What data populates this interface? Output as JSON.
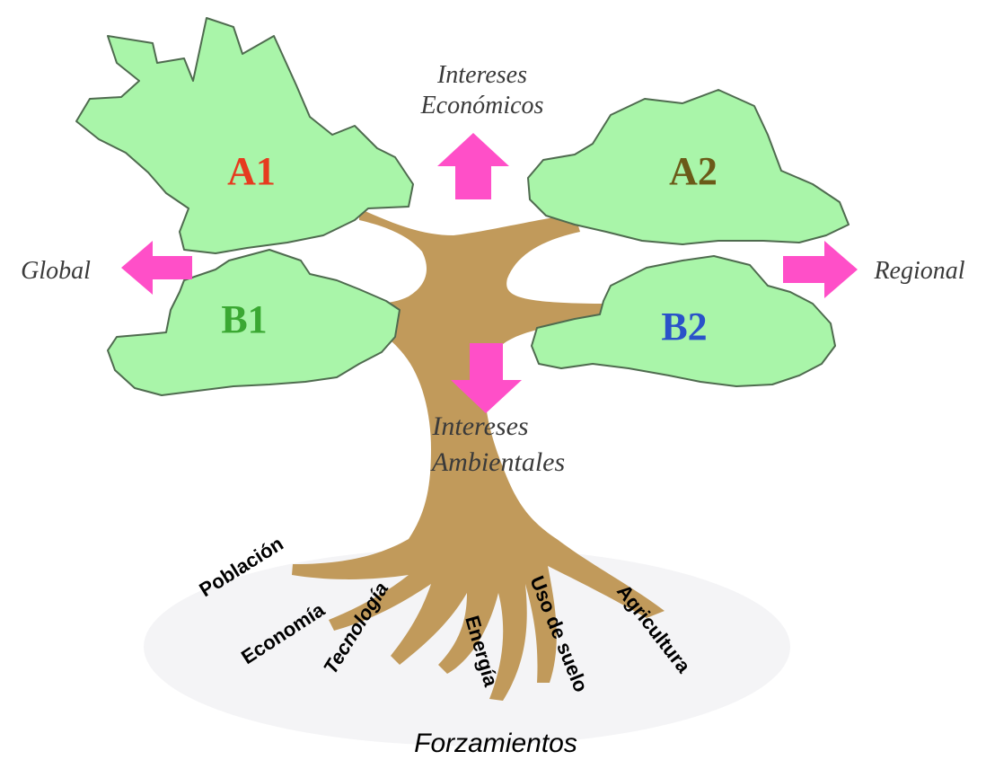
{
  "labels": {
    "economic": [
      "Intereses",
      "Económicos"
    ],
    "environmental": [
      "Intereses",
      "Ambientales"
    ],
    "global": "Global",
    "regional": "Regional",
    "forcings": "Forzamientos"
  },
  "scenarios": [
    {
      "id": "a1",
      "label": "A1",
      "color": "#e63b1f"
    },
    {
      "id": "a2",
      "label": "A2",
      "color": "#6b5a18"
    },
    {
      "id": "b1",
      "label": "B1",
      "color": "#3aa832"
    },
    {
      "id": "b2",
      "label": "B2",
      "color": "#2a52c9"
    }
  ],
  "roots": [
    "Población",
    "Economía",
    "Tecnología",
    "Energía",
    "Uso de suelo",
    "Agricultura"
  ],
  "colors": {
    "foliage": "#a9f5a9",
    "foliage_outline": "#4f6b4f",
    "trunk": "#c19a5b",
    "arrow": "#ff4fc8",
    "label_text": "#3a3a3a"
  }
}
